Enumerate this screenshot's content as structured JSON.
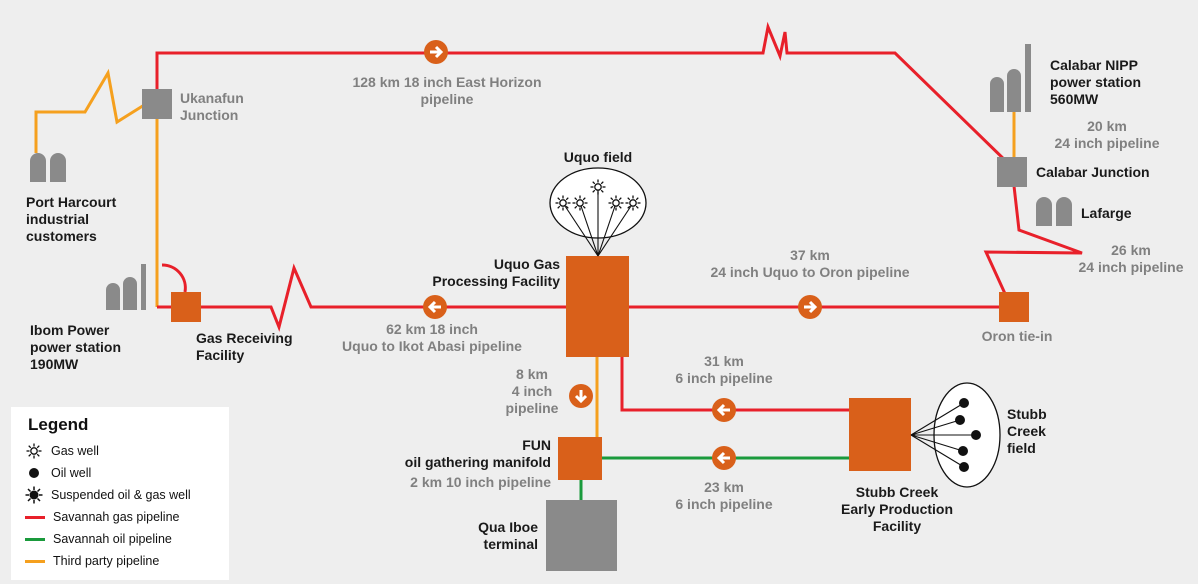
{
  "colors": {
    "gas_pipeline": "#e8202a",
    "oil_pipeline": "#1a9a3c",
    "third_party_pipeline": "#f5a01e",
    "facility_orange": "#d9601a",
    "junction_grey": "#8a8a8a",
    "background": "#eeeeee"
  },
  "labels": {
    "east_horizon": [
      "128 km 18 inch East Horizon",
      "pipeline"
    ],
    "ukanafun": [
      "Ukanafun",
      "Junction"
    ],
    "port_harcourt": [
      "Port Harcourt",
      "industrial",
      "customers"
    ],
    "ibom": [
      "Ibom Power",
      "power station",
      "190MW"
    ],
    "gas_receiving": [
      "Gas Receiving",
      "Facility"
    ],
    "uquo_to_ikot": [
      "62 km 18 inch",
      "Uquo to Ikot Abasi pipeline"
    ],
    "uquo_field": [
      "Uquo field"
    ],
    "uquo_gas": [
      "Uquo Gas",
      "Processing Facility"
    ],
    "uquo_to_oron": [
      "37 km",
      "24 inch Uquo to Oron pipeline"
    ],
    "oron": [
      "Oron tie-in"
    ],
    "calabar_nipp": [
      "Calabar NIPP",
      "power station",
      "560MW"
    ],
    "calabar_20km": [
      "20 km",
      "24 inch pipeline"
    ],
    "calabar_junction": [
      "Calabar Junction"
    ],
    "lafarge": [
      "Lafarge"
    ],
    "calabar_26km": [
      "26 km",
      "24 inch pipeline"
    ],
    "fun_8km": [
      "8 km",
      "4 inch",
      "pipeline"
    ],
    "stubb_31km": [
      "31 km",
      "6 inch pipeline"
    ],
    "fun_manifold": [
      "FUN",
      "oil gathering manifold"
    ],
    "fun_2km": [
      "2 km 10 inch pipeline"
    ],
    "stubb_23km": [
      "23 km",
      "6 inch pipeline"
    ],
    "stubb_field": [
      "Stubb",
      "Creek",
      "field"
    ],
    "stubb_facility": [
      "Stubb Creek",
      "Early Production",
      "Facility"
    ],
    "qua_iboe": [
      "Qua Iboe",
      "terminal"
    ]
  },
  "legend": {
    "title": "Legend",
    "items": [
      {
        "label": "Gas well",
        "icon": "gas-well-icon"
      },
      {
        "label": "Oil well",
        "icon": "oil-well-icon"
      },
      {
        "label": "Suspended oil & gas well",
        "icon": "suspended-well-icon"
      },
      {
        "label": "Savannah gas pipeline",
        "icon": "gas-pipeline-line"
      },
      {
        "label": "Savannah oil pipeline",
        "icon": "oil-pipeline-line"
      },
      {
        "label": "Third party pipeline",
        "icon": "third-party-pipeline-line"
      }
    ]
  }
}
